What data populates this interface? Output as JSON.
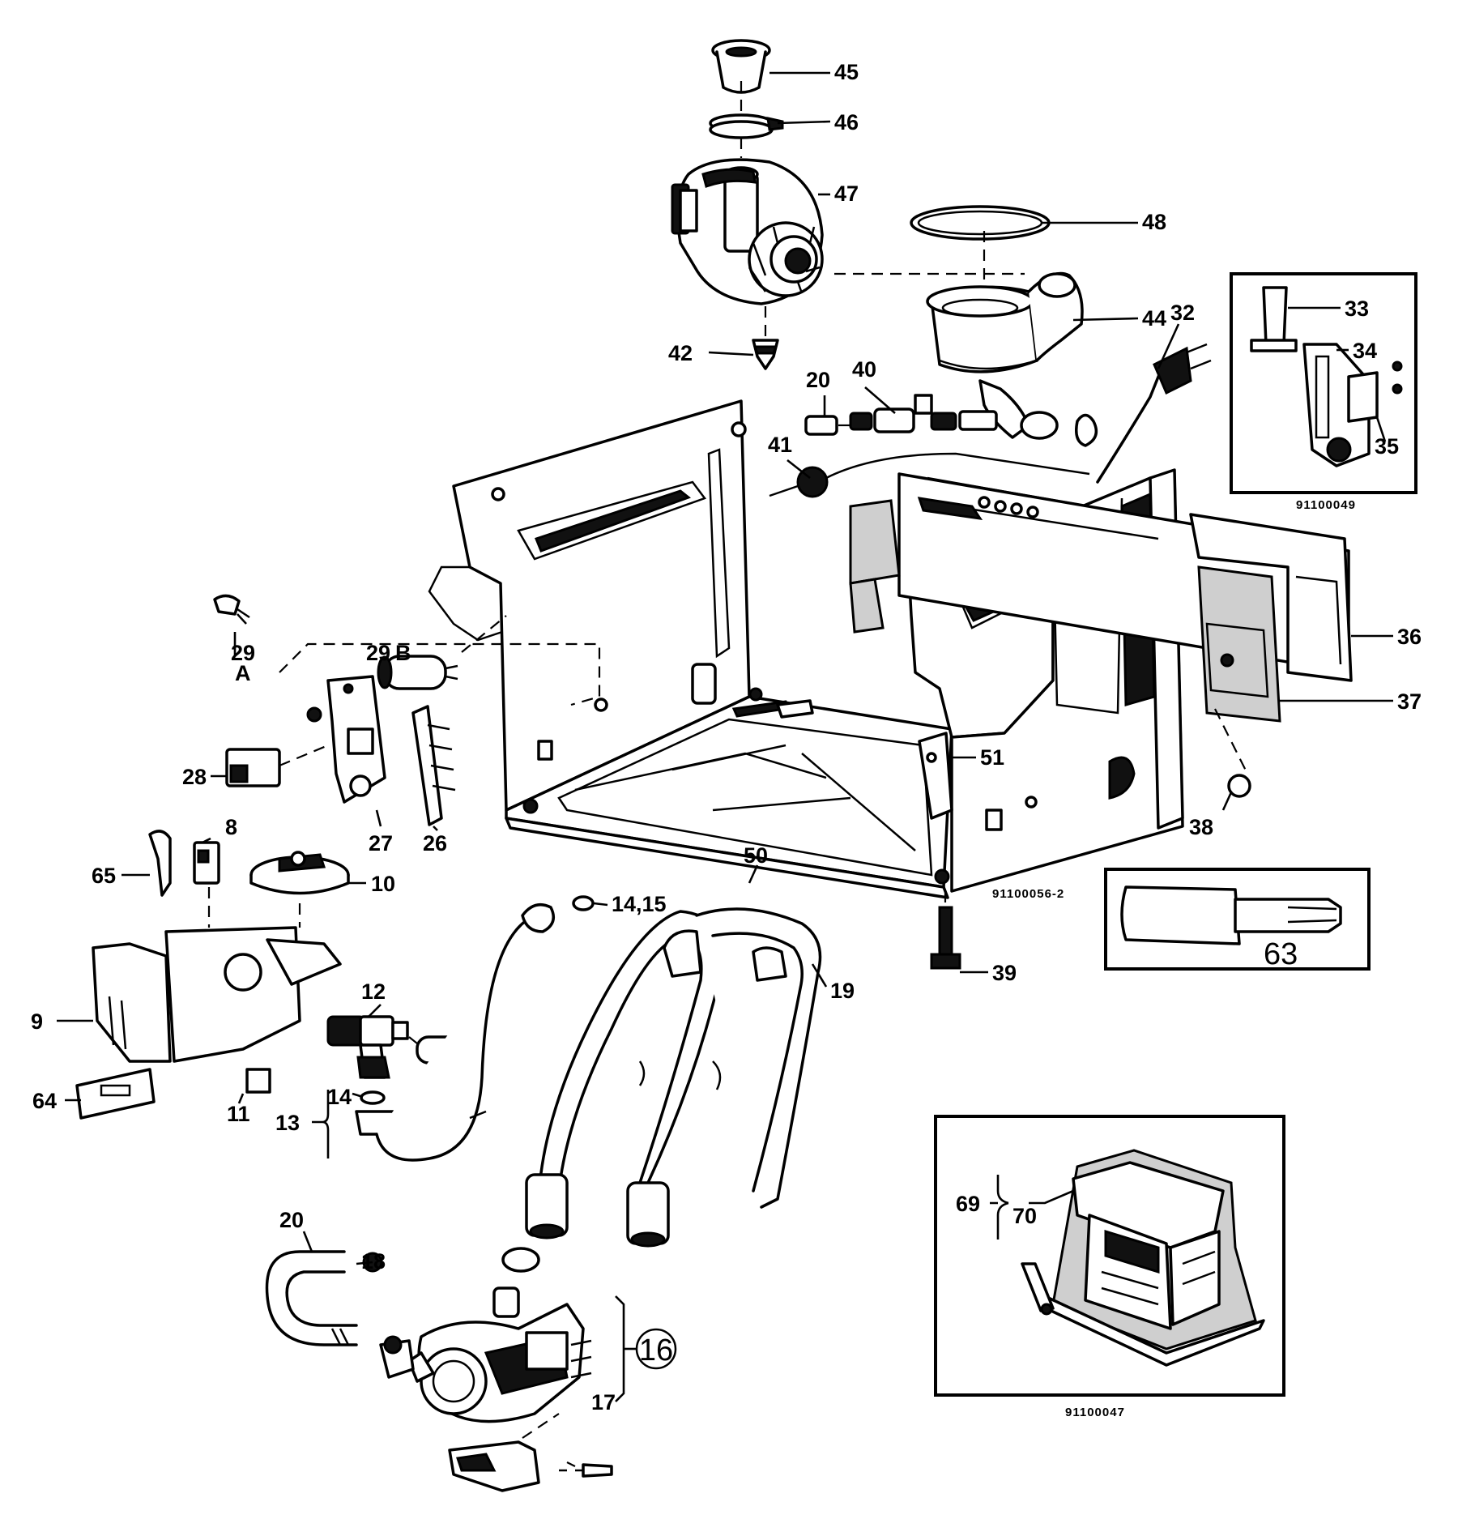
{
  "diagram": {
    "reference_codes": {
      "main": "91100056-2",
      "inset_bracket": "91100049",
      "inset_transformer": "91100047"
    },
    "callouts": {
      "p45": "45",
      "p46": "46",
      "p47": "47",
      "p48": "48",
      "p44": "44",
      "p42": "42",
      "p32": "32",
      "p20a": "20",
      "p40": "40",
      "p41": "41",
      "p33": "33",
      "p34": "34",
      "p35": "35",
      "p36": "36",
      "p37": "37",
      "p38": "38",
      "p51": "51",
      "p29": "29",
      "p29a": "A",
      "p29b": "29",
      "p29b_suffix": "B",
      "p28": "28",
      "p27": "27",
      "p26": "26",
      "p8": "8",
      "p65": "65",
      "p10": "10",
      "p50": "50",
      "p1415": "14,15",
      "p12": "12",
      "p19": "19",
      "p39": "39",
      "p63": "63",
      "p9": "9",
      "p64": "64",
      "p11": "11",
      "p14": "14",
      "p13": "13",
      "p20b": "20",
      "p18": "18",
      "p16": "16",
      "p17": "17",
      "p69": "69",
      "p70": "70"
    }
  }
}
